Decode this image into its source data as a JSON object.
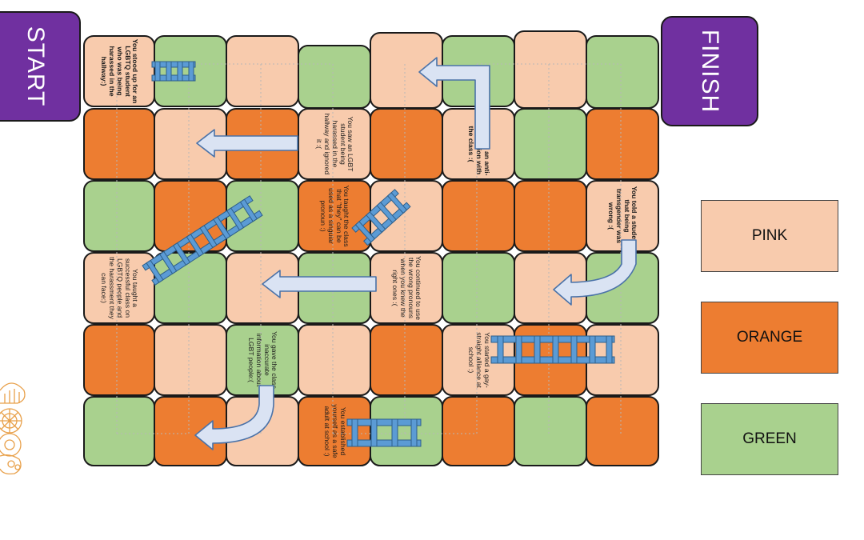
{
  "banners": {
    "start": "START",
    "finish": "FINISH"
  },
  "legend": [
    {
      "label": "PINK",
      "color": "#f8cbad"
    },
    {
      "label": "ORANGE",
      "color": "#ed7d31"
    },
    {
      "label": "GREEN",
      "color": "#a9d18e"
    }
  ],
  "colors": {
    "P": "#f8cbad",
    "O": "#ed7d31",
    "G": "#a9d18e",
    "purple": "#7030a0",
    "arrow": "#dae3f3",
    "arrow_stroke": "#4a72a8",
    "ladder": "#5b9bd5",
    "ladder_stroke": "#2e5f8a"
  },
  "board": {
    "columns": [
      [
        "P",
        "O",
        "G",
        "P",
        "O",
        "G"
      ],
      [
        "G",
        "P",
        "O",
        "G",
        "P",
        "O"
      ],
      [
        "P",
        "O",
        "G",
        "P",
        "G",
        "P"
      ],
      [
        "G",
        "P",
        "O",
        "G",
        "P",
        "O"
      ],
      [
        "P",
        "O",
        "P",
        "P",
        "O",
        "G"
      ],
      [
        "G",
        "P",
        "O",
        "G",
        "P",
        "O"
      ],
      [
        "P",
        "G",
        "O",
        "P",
        "O",
        "G"
      ],
      [
        "G",
        "O",
        "P",
        "G",
        "P",
        "O"
      ]
    ],
    "square_texts": [
      {
        "col": 0,
        "row": 0,
        "bold": true,
        "text": "You stood up for an LGBTQ student who was being harassed in the hallway:)"
      },
      {
        "col": 0,
        "row": 3,
        "bold": false,
        "text": "You taught a successful class on LGBTQ people and the harassment they can face:)"
      },
      {
        "col": 2,
        "row": 4,
        "bold": false,
        "text": "You gave the class inaccurate information about LGBT people:("
      },
      {
        "col": 3,
        "row": 1,
        "bold": false,
        "text": "You saw an LGBT student being harassed in the hallway and ignored it :("
      },
      {
        "col": 3,
        "row": 2,
        "bold": false,
        "text": "You taught the class that \"they\" can be used as a singular pronoun :)"
      },
      {
        "col": 3,
        "row": 5,
        "bold": false,
        "text": "You established yourself as a safe adult at school :)"
      },
      {
        "col": 4,
        "row": 3,
        "bold": false,
        "text": "You continued to use the wrong pronouns when you knew the right ones :("
      },
      {
        "col": 5,
        "row": 1,
        "bold": true,
        "text": "You shared an anti-LGBT opinion with the class :("
      },
      {
        "col": 5,
        "row": 4,
        "bold": false,
        "text": "You started a gay-straight alliance at school :)"
      },
      {
        "col": 7,
        "row": 2,
        "bold": true,
        "text": "You told a student that being transgender was wrong :("
      }
    ]
  }
}
